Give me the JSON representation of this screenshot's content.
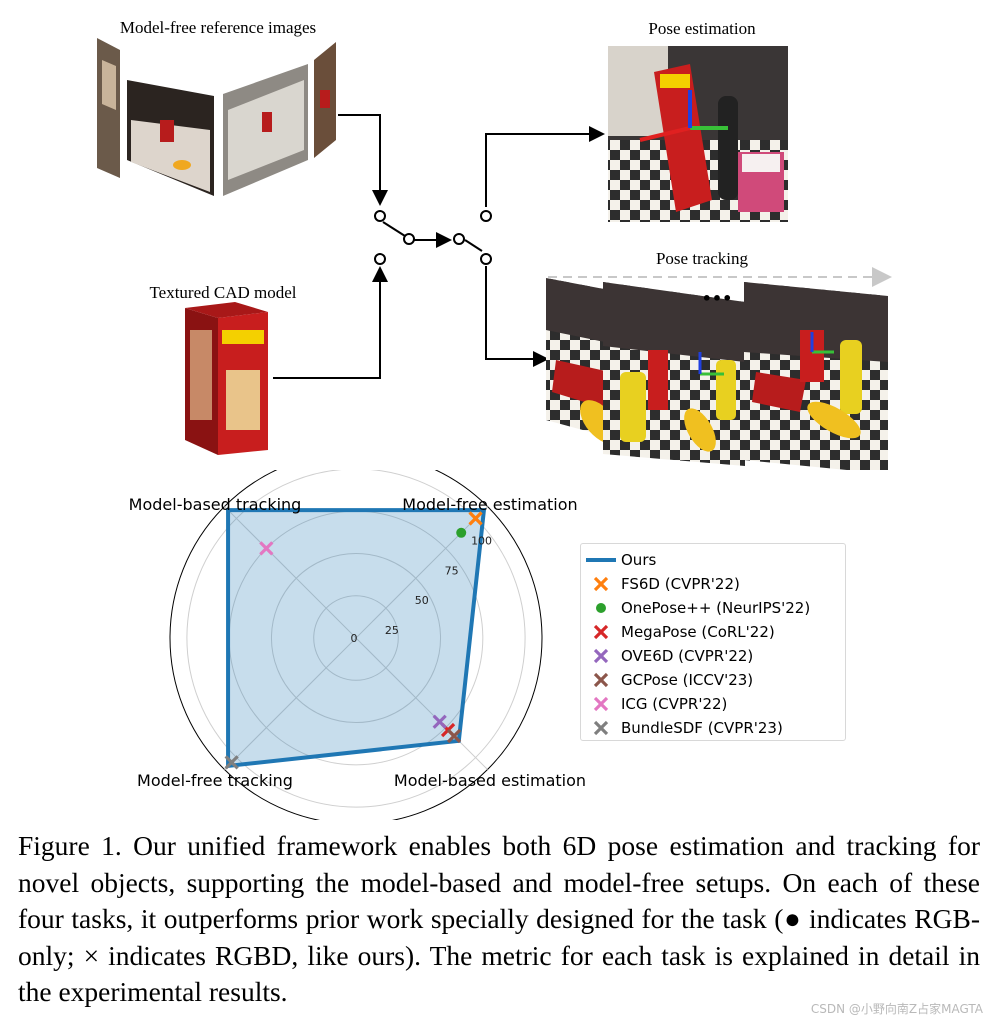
{
  "diagram": {
    "labels": {
      "model_free_refs": "Model-free reference images",
      "pose_estimation": "Pose estimation",
      "textured_cad": "Textured CAD model",
      "pose_tracking": "Pose tracking",
      "ellipsis": "•••"
    },
    "colors": {
      "wire": "#000000",
      "arrow_dashed": "#c8c8c8",
      "scene_red": "#b71c1c",
      "scene_yellow": "#f0c020",
      "checker": "#2d2d2d"
    }
  },
  "chart_data": {
    "type": "radar",
    "axes": [
      "Model-free estimation",
      "Model-based tracking",
      "Model-free tracking",
      "Model-based estimation"
    ],
    "radial_ticks": [
      0,
      25,
      50,
      75,
      100
    ],
    "radial_range": [
      0,
      110
    ],
    "grid": true,
    "legend_position": "right",
    "series": [
      {
        "name": "Ours",
        "marker": "line",
        "color": "#1f77b4",
        "values": [
          107,
          107,
          107,
          86
        ]
      },
      {
        "name": "FS6D (CVPR'22)",
        "marker": "x",
        "color": "#ff7f0e",
        "values": [
          100,
          null,
          null,
          null
        ]
      },
      {
        "name": "OnePose++ (NeurIPS'22)",
        "marker": "o",
        "color": "#2ca02c",
        "values": [
          88,
          null,
          null,
          null
        ]
      },
      {
        "name": "MegaPose (CoRL'22)",
        "marker": "x",
        "color": "#d62728",
        "values": [
          null,
          null,
          null,
          77
        ]
      },
      {
        "name": "OVE6D (CVPR'22)",
        "marker": "x",
        "color": "#9467bd",
        "values": [
          null,
          null,
          null,
          70
        ]
      },
      {
        "name": "GCPose (ICCV'23)",
        "marker": "x",
        "color": "#8c564b",
        "values": [
          null,
          null,
          null,
          82
        ]
      },
      {
        "name": "ICG (CVPR'22)",
        "marker": "x",
        "color": "#e377c2",
        "values": [
          null,
          75,
          null,
          null
        ]
      },
      {
        "name": "BundleSDF (CVPR'23)",
        "marker": "x",
        "color": "#7f7f7f",
        "values": [
          null,
          null,
          104,
          null
        ]
      }
    ]
  },
  "caption": {
    "text": "Figure 1.  Our unified framework enables both 6D pose estimation and tracking for novel objects, supporting the model-based and model-free setups. On each of these four tasks, it outperforms prior work specially designed for the task (● indicates RGB-only; × indicates RGBD, like ours). The metric for each task is explained in detail in the experimental results."
  },
  "watermark": "CSDN @小野向南Z占家MAGTA"
}
